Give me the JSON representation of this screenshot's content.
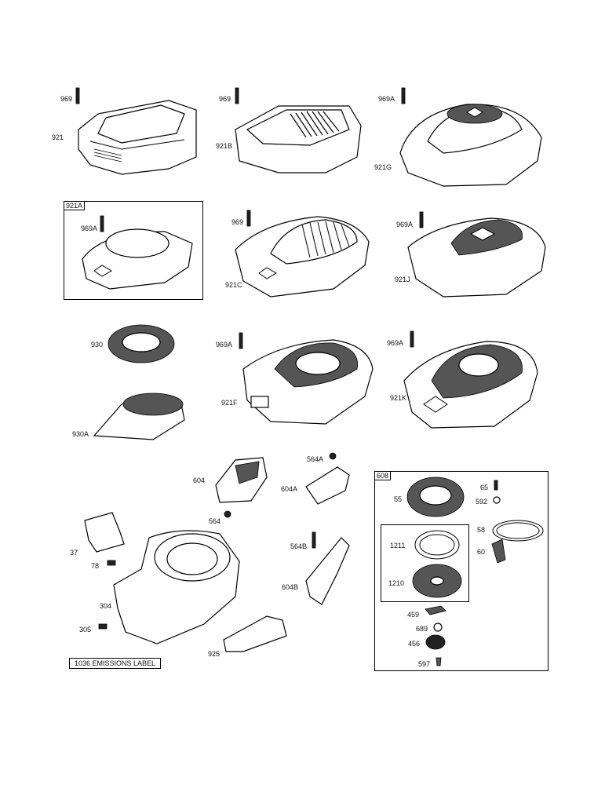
{
  "labels": {
    "p969_a": "969",
    "p921": "921",
    "p969_b": "969",
    "p921B": "921B",
    "p969A_a": "969A",
    "p921G": "921G",
    "p921A": "921A",
    "p969A_b": "969A",
    "p969_c": "969",
    "p921C": "921C",
    "p969A_c": "969A",
    "p921J": "921J",
    "p930": "930",
    "p930A": "930A",
    "p969A_d": "969A",
    "p921F": "921F",
    "p969A_e": "969A",
    "p921K": "921K",
    "p604": "604",
    "p564": "564",
    "p564A": "564A",
    "p604A": "604A",
    "p564B": "564B",
    "p604B": "604B",
    "p37": "37",
    "p78": "78",
    "p304": "304",
    "p305": "305",
    "p925": "925",
    "p608": "608",
    "p55": "55",
    "p65": "65",
    "p592": "592",
    "p58": "58",
    "p60": "60",
    "p1211": "1211",
    "p1210": "1210",
    "p459": "459",
    "p689": "689",
    "p456": "456",
    "p597": "597"
  },
  "emissions_label": "1036 EMISSIONS LABEL",
  "icons": [
    "screw-icon",
    "blower-housing-icon",
    "rewind-starter-icon",
    "recoil-spring-icon",
    "pulley-icon",
    "handle-icon"
  ]
}
